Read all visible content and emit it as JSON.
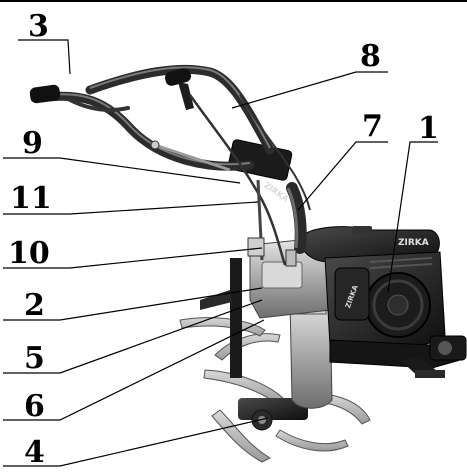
{
  "callouts": [
    {
      "id": "1",
      "label": "1"
    },
    {
      "id": "2",
      "label": "2"
    },
    {
      "id": "3",
      "label": "3"
    },
    {
      "id": "4",
      "label": "4"
    },
    {
      "id": "5",
      "label": "5"
    },
    {
      "id": "6",
      "label": "6"
    },
    {
      "id": "7",
      "label": "7"
    },
    {
      "id": "8",
      "label": "8"
    },
    {
      "id": "9",
      "label": "9"
    },
    {
      "id": "10",
      "label": "10"
    },
    {
      "id": "11",
      "label": "11"
    }
  ],
  "brand": {
    "engine_badge": "ZIRKA",
    "frame_badge": "ZIRKA"
  },
  "colors": {
    "ink": "#000000",
    "metal_light": "#bdbdbd",
    "metal_mid": "#8a8a8a",
    "metal_dark": "#2a2a2a",
    "body_black": "#161616"
  }
}
